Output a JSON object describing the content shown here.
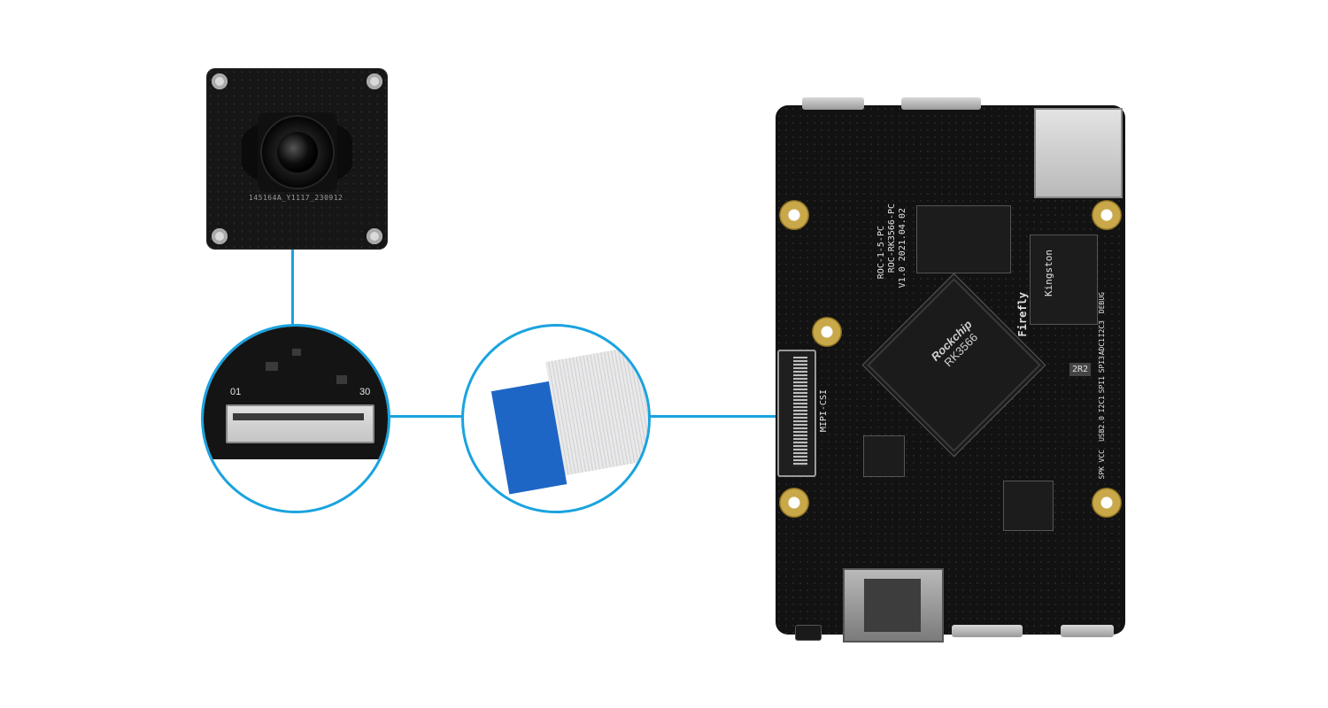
{
  "camera_module": {
    "code": "145164A_Y1117_230912"
  },
  "connector_zoom": {
    "pin_start": "01",
    "pin_end": "30"
  },
  "board": {
    "board_id_line1": "ROC-1-5-PC",
    "board_id_line2": "ROC-RK3566-PC",
    "board_id_line3": "V1.0 2021.04.02",
    "soc_brand": "Rockchip",
    "soc_model": "RK3566",
    "brand_logo_text": "Firefly",
    "memory_brand": "Kingston",
    "mipi_label": "MIPI-CSI",
    "inductor_label": "2R2",
    "header_labels": [
      "DEBUG",
      "I2C3",
      "ADC1",
      "SPI3",
      "SPI1",
      "I2C1",
      "USB2.0",
      "VCC",
      "SPK"
    ]
  },
  "colors": {
    "accent_line": "#1aa3df",
    "ribbon_blue": "#1e66c5",
    "pcb_black": "#121212",
    "mount_gold": "#c9a84a"
  }
}
